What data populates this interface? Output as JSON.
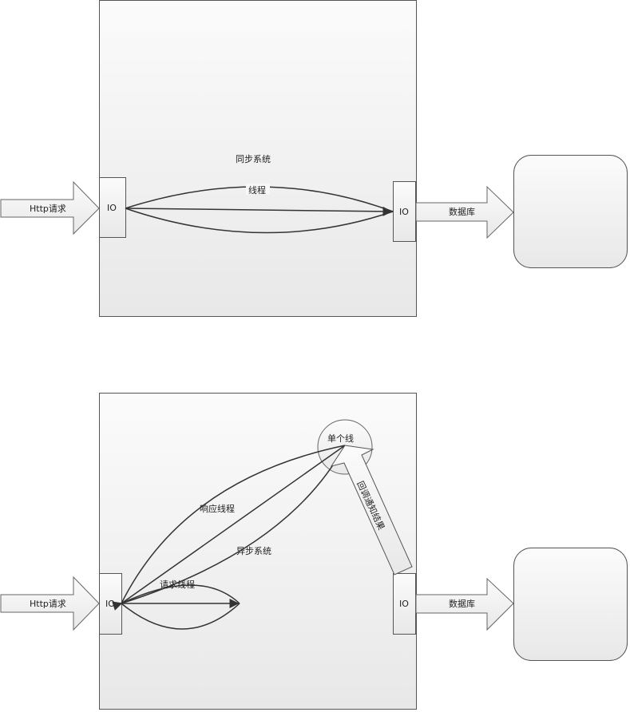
{
  "sync": {
    "system_label": "同步系统",
    "thread_label": "线程",
    "http_label": "Http请求",
    "io_left": "IO",
    "io_right": "IO",
    "db_label": "数据库"
  },
  "async": {
    "system_label": "异步系统",
    "response_thread_label": "响应线程",
    "request_thread_label": "请求线程",
    "single_thread_label": "单个线",
    "callback_label": "回调通知结果",
    "http_label": "Http请求",
    "io_left": "IO",
    "io_right": "IO",
    "db_label": "数据库"
  }
}
